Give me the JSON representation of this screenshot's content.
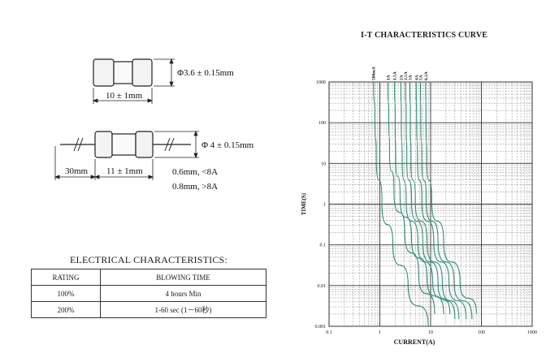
{
  "drawing": {
    "top_diameter": "Φ3.6 ± 0.15mm",
    "top_length": "10 ± 1mm",
    "bottom_diameter": "Φ 4 ± 0.15mm",
    "bottom_lead_length": "30mm",
    "bottom_body_length": "11 ± 1mm",
    "wire_small": "0.6mm, <8A",
    "wire_large": "0.8mm, >8A"
  },
  "electrical": {
    "title": "ELECTRICAL CHARACTERISTICS:",
    "headers": [
      "RATING",
      "BLOWING TIME"
    ],
    "rows": [
      [
        "100%",
        "4 hours Min"
      ],
      [
        "200%",
        "1-60 sec (1－60秒)"
      ]
    ]
  },
  "chart_data": {
    "type": "line",
    "title": "I-T CHARACTERISTICS CURVE",
    "xlabel": "CURRENT(A)",
    "ylabel": "TIME(S)",
    "x_scale": "log",
    "y_scale": "log",
    "xlim": [
      0.1,
      1000
    ],
    "ylim": [
      0.001,
      1000
    ],
    "x_ticks": [
      "0.1",
      "1",
      "10",
      "100",
      "1000"
    ],
    "y_ticks": [
      "1000",
      "100",
      "10",
      "1",
      "0.1",
      "0.01",
      "0.001"
    ],
    "grid": true,
    "line_color": "#2e8b73",
    "series": [
      {
        "name": "500mA",
        "points": [
          [
            0.75,
            1000
          ],
          [
            0.8,
            100
          ],
          [
            0.85,
            15
          ],
          [
            1.1,
            1
          ],
          [
            1.8,
            0.1
          ],
          [
            3.6,
            0.01
          ],
          [
            9,
            0.001
          ]
        ]
      },
      {
        "name": "1A",
        "points": [
          [
            1.45,
            1000
          ],
          [
            1.5,
            100
          ],
          [
            1.55,
            20
          ],
          [
            1.9,
            2
          ],
          [
            3.1,
            0.2
          ],
          [
            5.8,
            0.02
          ],
          [
            12,
            0.002
          ]
        ]
      },
      {
        "name": "1.5A",
        "points": [
          [
            1.95,
            1000
          ],
          [
            2.0,
            100
          ],
          [
            2.05,
            15
          ],
          [
            2.5,
            1.5
          ],
          [
            4.2,
            0.15
          ],
          [
            8.5,
            0.015
          ],
          [
            18,
            0.002
          ]
        ]
      },
      {
        "name": "2A",
        "points": [
          [
            2.6,
            1000
          ],
          [
            2.65,
            100
          ],
          [
            2.75,
            12
          ],
          [
            3.3,
            1.2
          ],
          [
            5.6,
            0.12
          ],
          [
            11,
            0.012
          ],
          [
            24,
            0.002
          ]
        ]
      },
      {
        "name": "2.5A",
        "points": [
          [
            3.2,
            1000
          ],
          [
            3.3,
            100
          ],
          [
            3.4,
            12
          ],
          [
            4.2,
            1.2
          ],
          [
            7,
            0.12
          ],
          [
            14,
            0.012
          ],
          [
            30,
            0.0015
          ]
        ]
      },
      {
        "name": "3A",
        "points": [
          [
            3.9,
            1000
          ],
          [
            4.0,
            100
          ],
          [
            4.1,
            12
          ],
          [
            5.0,
            1.2
          ],
          [
            8.5,
            0.12
          ],
          [
            17,
            0.012
          ],
          [
            36,
            0.0015
          ]
        ]
      },
      {
        "name": "4A",
        "points": [
          [
            5.2,
            1000
          ],
          [
            5.3,
            100
          ],
          [
            5.5,
            12
          ],
          [
            6.7,
            1.2
          ],
          [
            11.5,
            0.12
          ],
          [
            23,
            0.012
          ],
          [
            50,
            0.0015
          ]
        ]
      },
      {
        "name": "5A",
        "points": [
          [
            6.3,
            1000
          ],
          [
            6.4,
            100
          ],
          [
            6.7,
            12
          ],
          [
            8.2,
            1.2
          ],
          [
            14,
            0.12
          ],
          [
            29,
            0.012
          ],
          [
            65,
            0.0015
          ]
        ]
      },
      {
        "name": "6.3A",
        "points": [
          [
            8.0,
            1000
          ],
          [
            8.1,
            100
          ],
          [
            8.4,
            12
          ],
          [
            10.5,
            1.2
          ],
          [
            18,
            0.12
          ],
          [
            38,
            0.012
          ],
          [
            80,
            0.002
          ]
        ]
      }
    ]
  }
}
